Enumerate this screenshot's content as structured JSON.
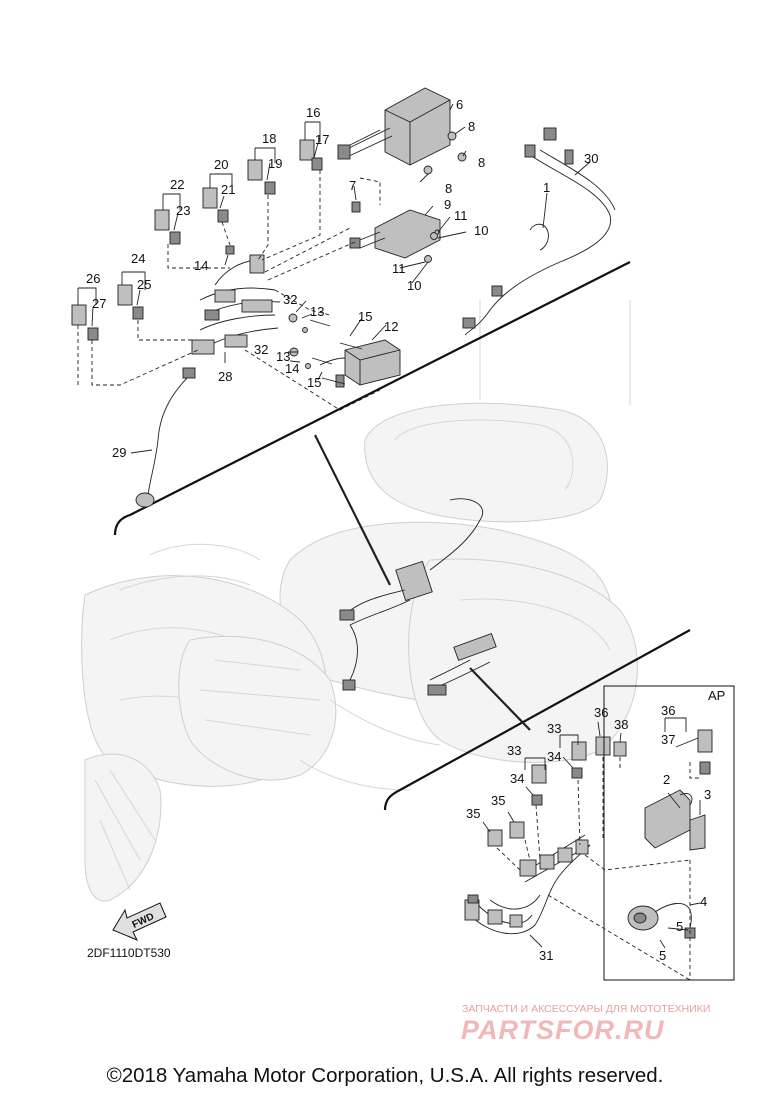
{
  "callouts": {
    "c1": "1",
    "c2": "2",
    "c3": "3",
    "c4": "4",
    "c5a": "5",
    "c5b": "5",
    "c6": "6",
    "c7": "7",
    "c8a": "8",
    "c8b": "8",
    "c8c": "8",
    "c9": "9",
    "c10a": "10",
    "c10b": "10",
    "c11a": "11",
    "c11b": "11",
    "c12": "12",
    "c13a": "13",
    "c13b": "13",
    "c14a": "14",
    "c14b": "14",
    "c15a": "15",
    "c15b": "15",
    "c16": "16",
    "c17": "17",
    "c18": "18",
    "c19": "19",
    "c20": "20",
    "c21": "21",
    "c22": "22",
    "c23": "23",
    "c24": "24",
    "c25": "25",
    "c26": "26",
    "c27": "27",
    "c28": "28",
    "c29": "29",
    "c30": "30",
    "c31": "31",
    "c32a": "32",
    "c32b": "32",
    "c33a": "33",
    "c33b": "33",
    "c34a": "34",
    "c34b": "34",
    "c35a": "35",
    "c35b": "35",
    "c36a": "36",
    "c36b": "36",
    "c37": "37",
    "c38": "38"
  },
  "box_label": "AP",
  "fwd_label": "FWD",
  "diagram_code": "2DF1110DT530",
  "copyright": "©2018 Yamaha Motor Corporation, U.S.A. All rights reserved.",
  "watermark": {
    "tagline": "ЗАПЧАСТИ И АКСЕССУАРЫ ДЛЯ МОТОТЕХНИКИ",
    "logo": "PARTSFOR.RU"
  }
}
